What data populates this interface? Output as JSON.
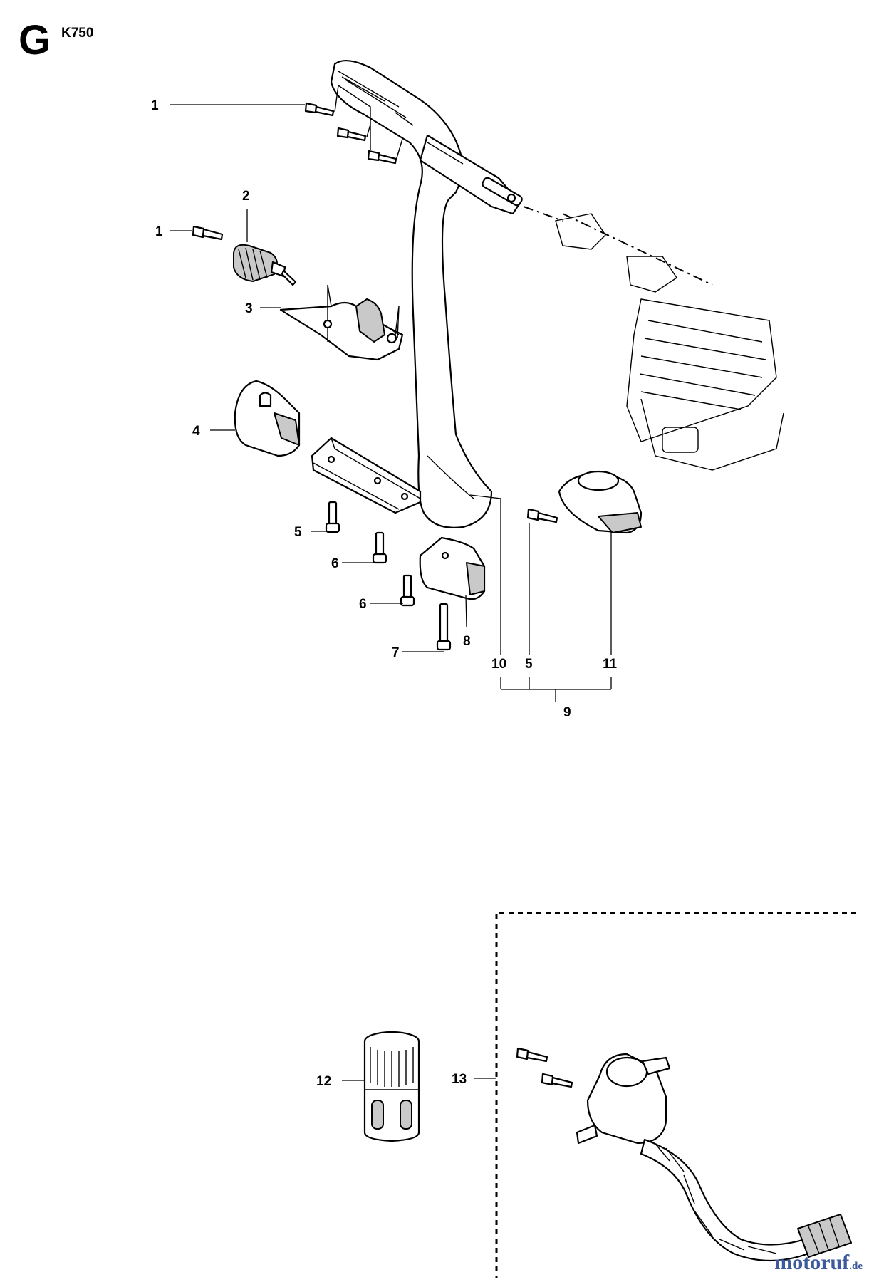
{
  "section": {
    "letter": "G",
    "model": "K750"
  },
  "callouts": [
    "1",
    "1",
    "2",
    "3",
    "4",
    "5",
    "6",
    "6",
    "7",
    "8",
    "10",
    "5",
    "11",
    "9",
    "12",
    "13"
  ],
  "watermark": {
    "text": "motoruf",
    "tld": ".de"
  }
}
